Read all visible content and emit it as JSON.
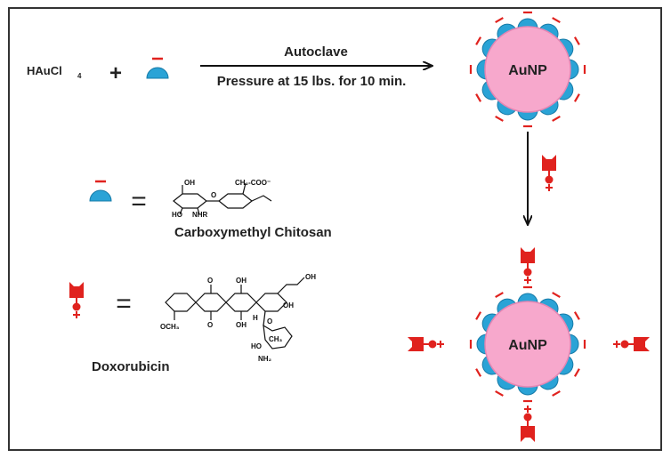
{
  "reagents": {
    "hauCl4": "HAuCl",
    "hauCl4_sub": "4",
    "plus": "+"
  },
  "arrow": {
    "top_label": "Autoclave",
    "bottom_label": "Pressure at 15 lbs. for 10 min."
  },
  "nanoparticle": {
    "label": "AuNP",
    "core_color": "#f7a8cc",
    "ligand_color": "#2aa3d6",
    "charge_color": "#e0221e"
  },
  "legend": {
    "equals": "=",
    "cmc_name": "Carboxymethyl Chitosan",
    "dox_name": "Doxorubicin",
    "cmc_chem": {
      "oh_top": "OH",
      "ch2coo": "CH₂-COO⁻",
      "ho_left": "HO",
      "nhr": "NHR",
      "o": "O"
    },
    "dox_chem": {
      "o1": "O",
      "oh1": "OH",
      "oh_side": "OH",
      "o2": "O",
      "och3": "OCH₃",
      "oh2": "OH",
      "h": "H",
      "oh3": "OH",
      "o3": "O",
      "ch3": "CH₃",
      "ho": "HO",
      "nh2": "NH₂"
    }
  }
}
